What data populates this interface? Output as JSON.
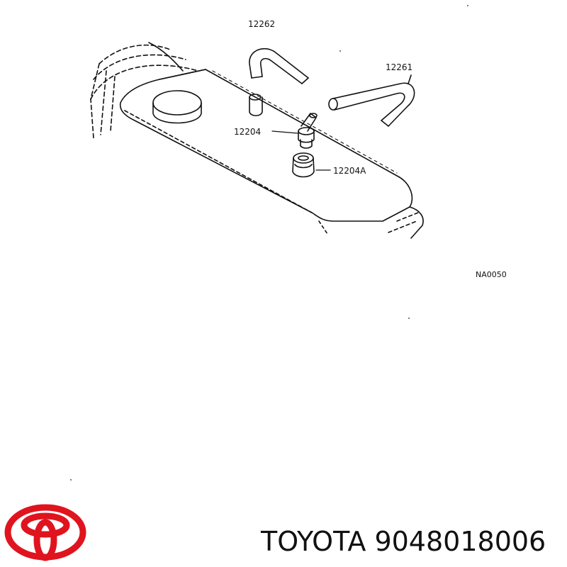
{
  "diagram": {
    "callouts": {
      "hose_upper": "12262",
      "hose_right": "12261",
      "valve": "12204",
      "grommet": "12204A"
    },
    "figure_code": "NA0050"
  },
  "footer": {
    "brand": "TOYOTA",
    "part_number": "9048018006",
    "logo_color": "#e0141e"
  }
}
